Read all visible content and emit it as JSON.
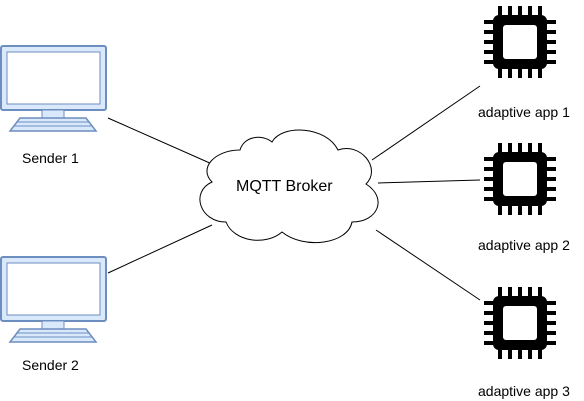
{
  "broker": {
    "label": "MQTT Broker"
  },
  "senders": [
    {
      "label": "Sender 1",
      "icon": "computer-monitor-icon"
    },
    {
      "label": "Sender 2",
      "icon": "computer-monitor-icon"
    }
  ],
  "apps": [
    {
      "label": "adaptive app 1",
      "icon": "chip-icon"
    },
    {
      "label": "adaptive app 2",
      "icon": "chip-icon"
    },
    {
      "label": "adaptive app 3",
      "icon": "chip-icon"
    }
  ],
  "colors": {
    "monitor_fill": "#dae8fc",
    "monitor_stroke": "#6c8ebf",
    "chip": "#000000",
    "line": "#000000",
    "cloud_stroke": "#000000",
    "cloud_fill": "#ffffff"
  }
}
